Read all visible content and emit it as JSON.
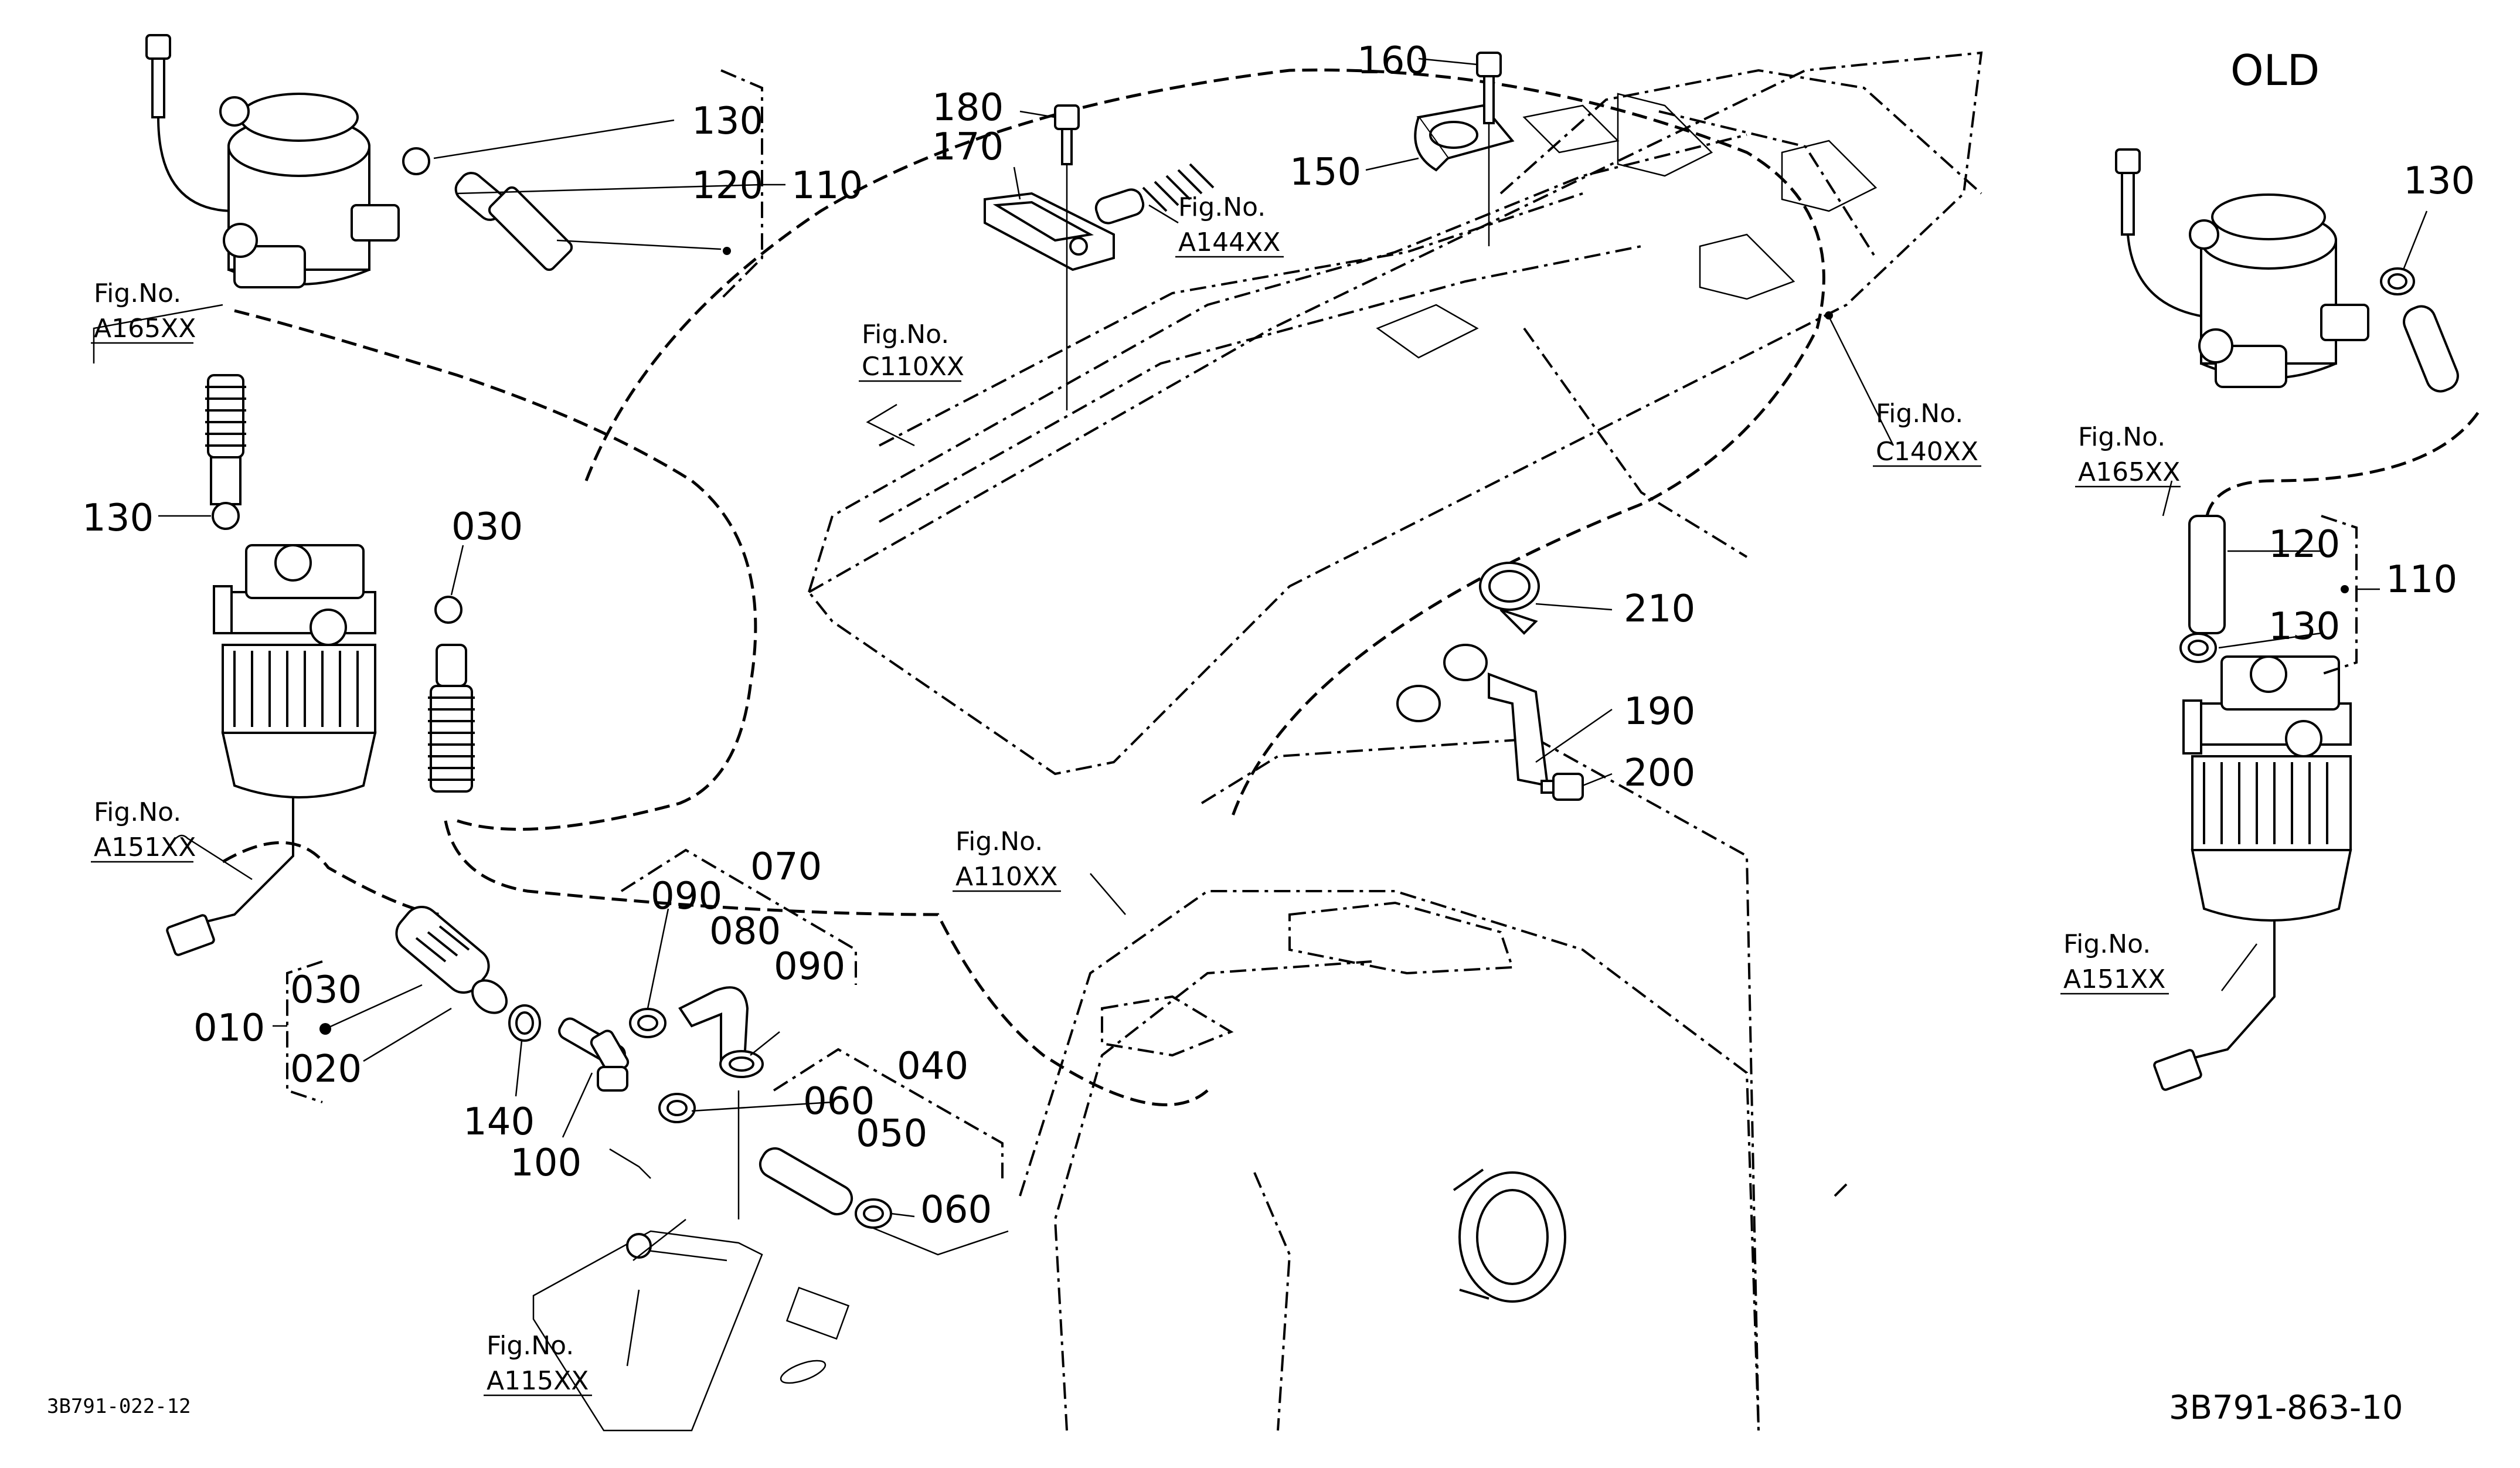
{
  "diagram": {
    "variant_label": "OLD",
    "drawing_code_left": "3B791-022-12",
    "drawing_code_right": "3B791-863-10",
    "callouts": {
      "c010": "010",
      "c020": "020",
      "c030a": "030",
      "c030b": "030",
      "c040": "040",
      "c050": "050",
      "c060a": "060",
      "c060b": "060",
      "c070": "070",
      "c080": "080",
      "c090a": "090",
      "c090b": "090",
      "c100": "100",
      "c110a": "110",
      "c110b": "110",
      "c120a": "120",
      "c120b": "120",
      "c130a": "130",
      "c130b": "130",
      "c130c": "130",
      "c130d": "130",
      "c140": "140",
      "c150": "150",
      "c160": "160",
      "c170": "170",
      "c180": "180",
      "c190": "190",
      "c200": "200",
      "c210": "210"
    },
    "fig_refs": {
      "fig_word": "Fig.No.",
      "a165_left": "A165XX",
      "a151_left": "A151XX",
      "c110": "C110XX",
      "a144": "A144XX",
      "c140": "C140XX",
      "a110": "A110XX",
      "a115": "A115XX",
      "a165_right": "A165XX",
      "a151_right": "A151XX"
    }
  }
}
